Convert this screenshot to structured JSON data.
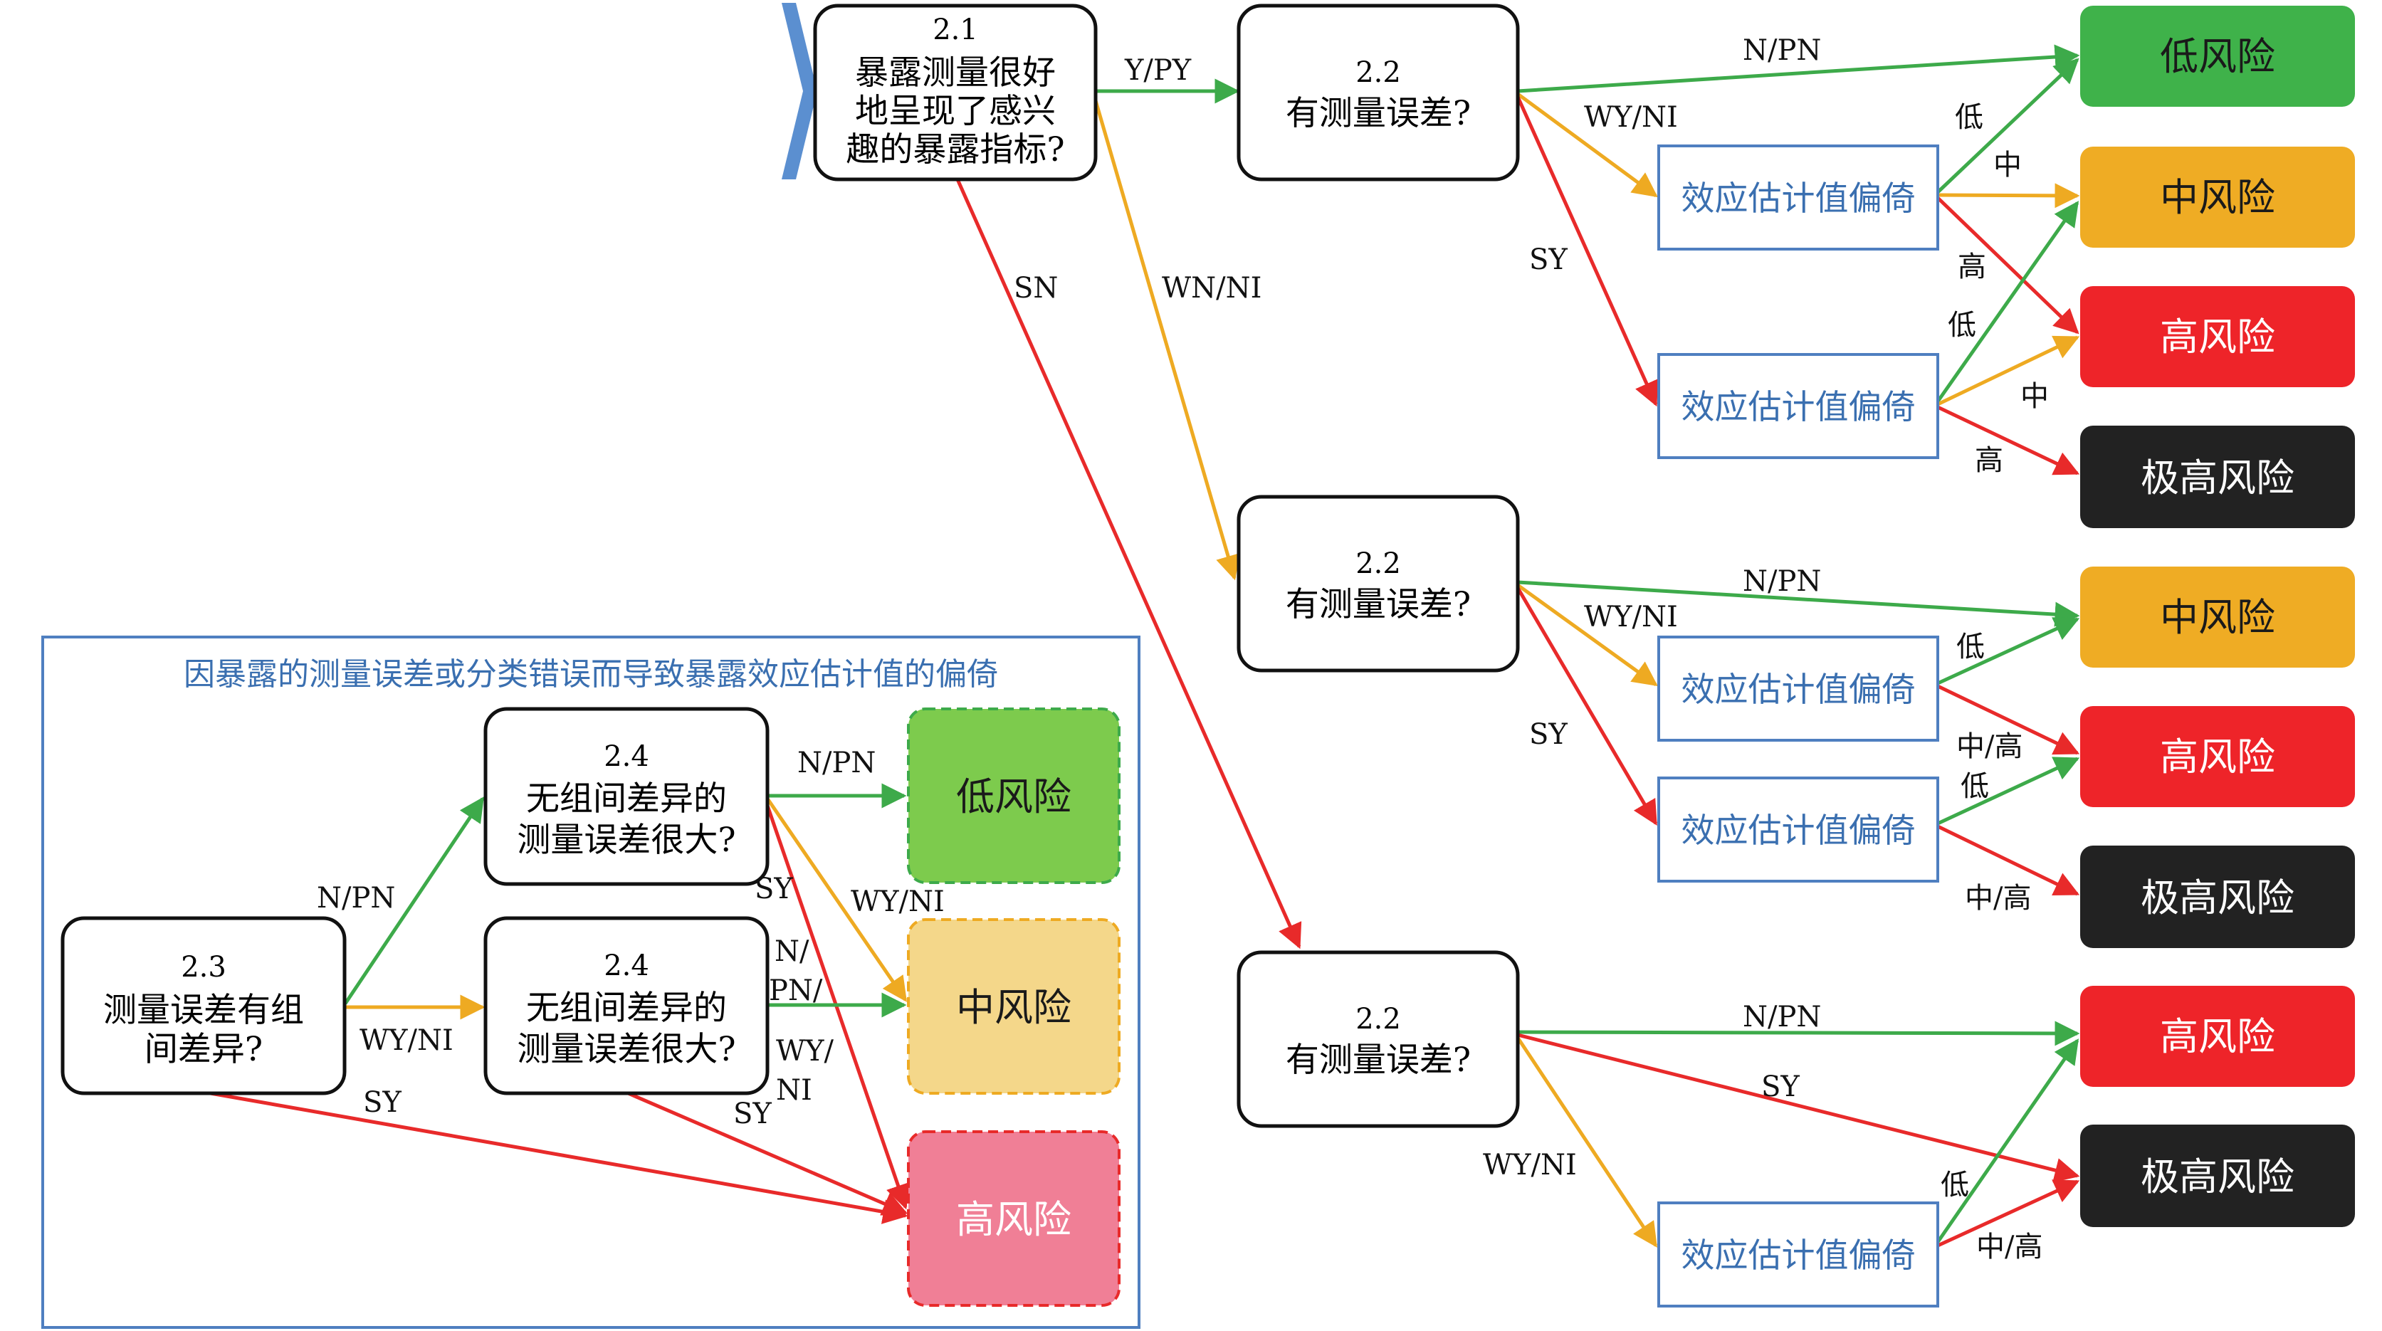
{
  "colors": {
    "green": "#3daa4a",
    "orange": "#eeaa22",
    "red": "#e82a2a",
    "blue": "#4f7fc0",
    "low_fill": "#3fb24a",
    "mid_fill": "#efac24",
    "high_fill": "#ee2429",
    "vhigh_fill": "#222222",
    "inset_low": "#7dcb4d",
    "inset_mid": "#f4d78a",
    "inset_high": "#f07f96"
  },
  "q21": {
    "num": "2.1",
    "lines": [
      "暴露测量很好",
      "地呈现了感兴",
      "趣的暴露指标?"
    ]
  },
  "q22_top": {
    "num": "2.2",
    "text": "有测量误差?"
  },
  "q22_mid": {
    "num": "2.2",
    "text": "有测量误差?"
  },
  "q22_bot": {
    "num": "2.2",
    "text": "有测量误差?"
  },
  "bias_label": "效应估计值偏倚",
  "edges": {
    "ypy": "Y/PY",
    "wnni": "WN/NI",
    "sn": "SN",
    "npn": "N/PN",
    "wyni": "WY/NI",
    "sy": "SY"
  },
  "levels": {
    "low": "低",
    "mid": "中",
    "high": "高",
    "midhigh": "中/高"
  },
  "outcomes": {
    "low": "低风险",
    "mid": "中风险",
    "high": "高风险",
    "vhigh": "极高风险"
  },
  "inset": {
    "title": "因暴露的测量误差或分类错误而导致暴露效应估计值的偏倚",
    "q23": {
      "num": "2.3",
      "lines": [
        "测量误差有组",
        "间差异?"
      ]
    },
    "q24_top": {
      "num": "2.4",
      "lines": [
        "无组间差异的",
        "测量误差很大?"
      ]
    },
    "q24_bot": {
      "num": "2.4",
      "lines": [
        "无组间差异的",
        "测量误差很大?"
      ]
    },
    "npn_stack": [
      "N/",
      "PN/"
    ],
    "wyni_stack": [
      "WY/",
      "NI"
    ]
  }
}
